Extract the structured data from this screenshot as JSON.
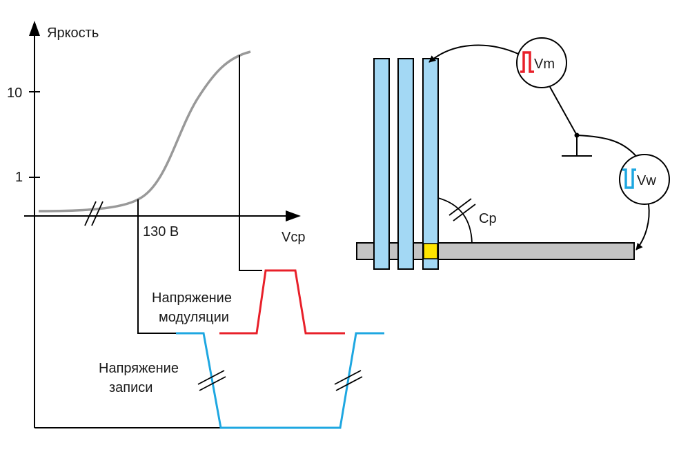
{
  "graph": {
    "y_axis_label": "Яркость",
    "x_axis_label": "Vcp",
    "tick_10": "10",
    "tick_1": "1",
    "threshold_label": "130 В"
  },
  "waveforms": {
    "modulation_label_line1": "Напряжение",
    "modulation_label_line2": "модуляции",
    "write_label_line1": "Напряжение",
    "write_label_line2": "записи"
  },
  "circuit": {
    "vm_label": "Vm",
    "vw_label": "Vw",
    "cp_label": "Cp"
  },
  "colors": {
    "curve": "#999999",
    "modulation": "#e8202a",
    "write": "#1ea7e1",
    "electrode": "#a3d8f4",
    "bar": "#c4c4c4",
    "cell": "#ffe500"
  }
}
